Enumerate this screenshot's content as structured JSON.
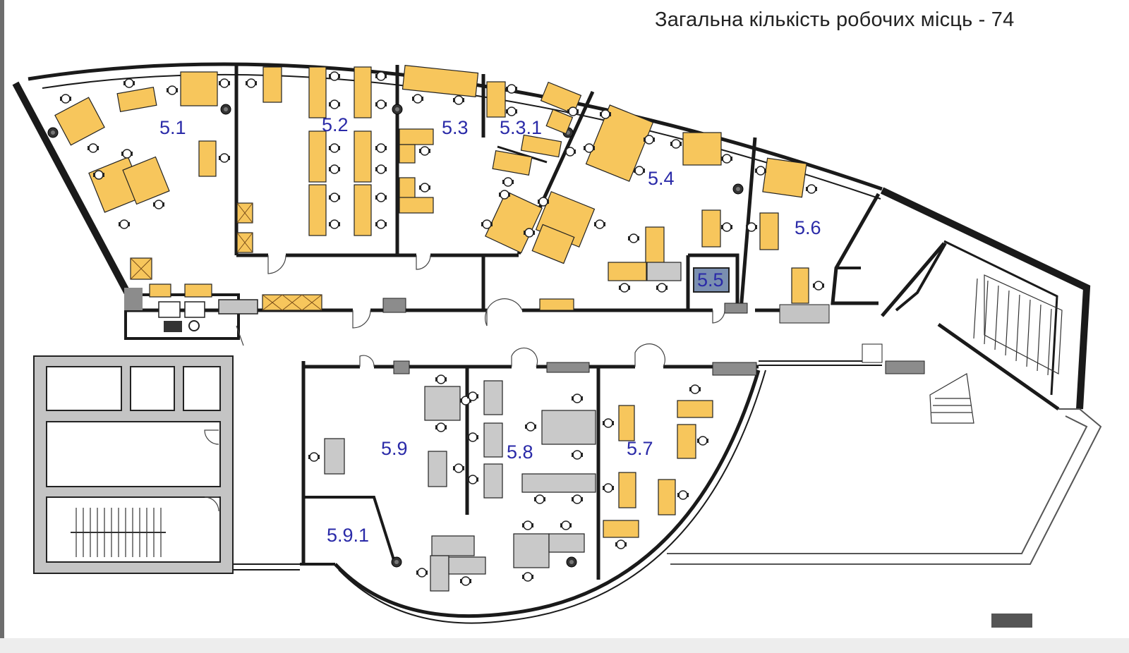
{
  "title": "Загальна кількість робочих місць - 74",
  "colors": {
    "wall": "#1a1a1a",
    "desk_yellow": "#f7c65c",
    "desk_gray": "#c9c9c9",
    "room_label": "#2a2aa8",
    "shaft": "#8c8c8c",
    "room_55_fill": "#7a8fb0"
  },
  "rooms": {
    "r51": "5.1",
    "r52": "5.2",
    "r53": "5.3",
    "r531": "5.3.1",
    "r54": "5.4",
    "r55": "5.5",
    "r56": "5.6",
    "r57": "5.7",
    "r58": "5.8",
    "r59": "5.9",
    "r591": "5.9.1"
  },
  "icons": [
    "column-icon",
    "chair-icon",
    "desk-icon",
    "door-icon",
    "stairs-icon",
    "storage-box-icon",
    "toilet-icon",
    "sink-icon"
  ]
}
